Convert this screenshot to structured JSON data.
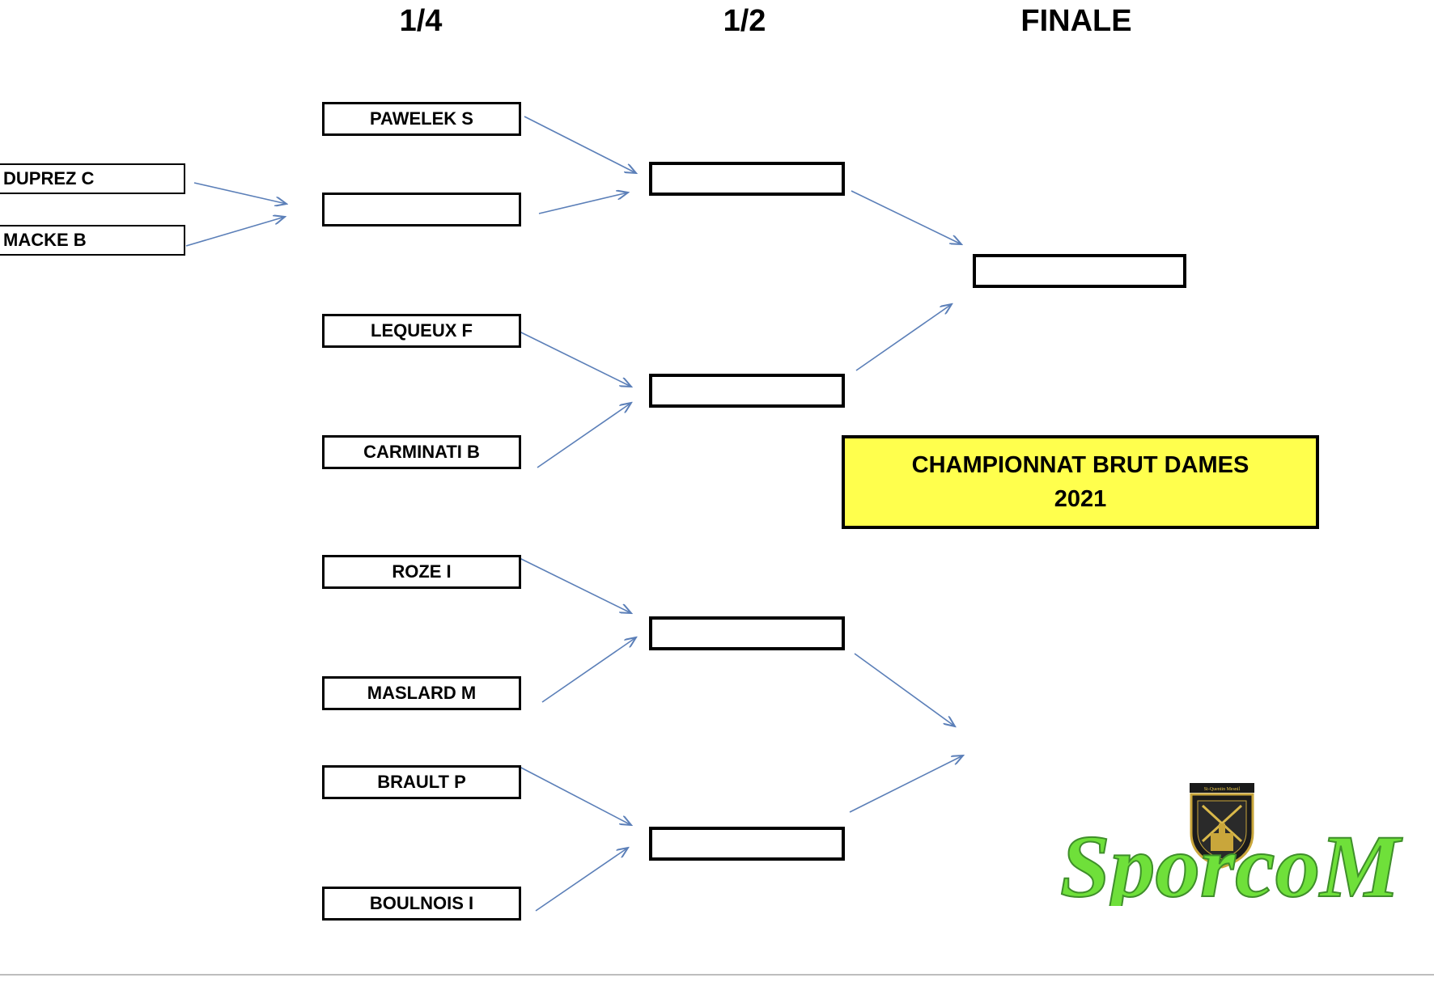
{
  "rounds": {
    "quarter": "1/4",
    "semi": "1/2",
    "final": "FINALE"
  },
  "prelim": [
    "DUPREZ C",
    "MACKE B"
  ],
  "quarterfinal": [
    "PAWELEK S",
    "",
    "LEQUEUX F",
    "CARMINATI B",
    "ROZE I",
    "MASLARD M",
    "BRAULT P",
    "BOULNOIS I"
  ],
  "semifinal": [
    "",
    "",
    "",
    ""
  ],
  "finalist": [
    ""
  ],
  "banner": {
    "line1": "CHAMPIONNAT BRUT DAMES",
    "line2": "2021"
  },
  "logo": {
    "text": "SporcoM",
    "crest_text": "St-Quentin Mesnil"
  },
  "colors": {
    "arrow": "#5b7fb8",
    "banner": "#ffff4d",
    "logo_green": "#6fe03a"
  }
}
